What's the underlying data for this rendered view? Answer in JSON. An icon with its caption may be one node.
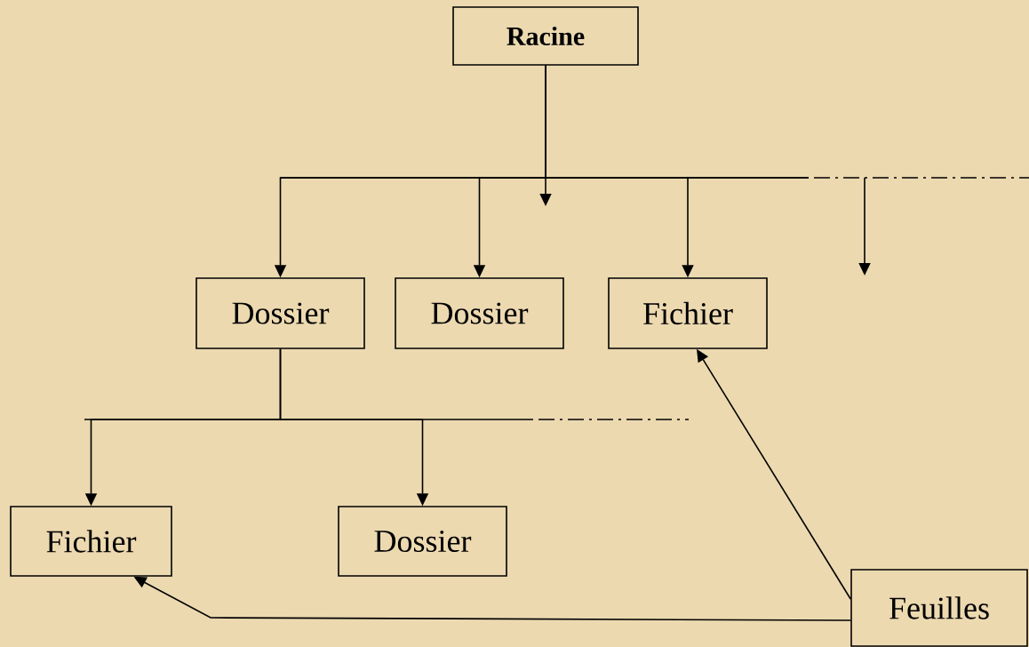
{
  "diagram": {
    "nodes": [
      {
        "text": [
          "Racine"
        ]
      },
      {
        "text": [
          "Dossier"
        ]
      },
      {
        "text": [
          "Dossier"
        ]
      },
      {
        "text": [
          "Fichier"
        ]
      },
      {
        "text": [
          "Fichier"
        ]
      },
      {
        "text": [
          "Dossier"
        ]
      },
      {
        "text": [
          "Feuilles"
        ]
      }
    ],
    "edges": [
      {
        "from": 0,
        "to": 1,
        "arrow": "to"
      },
      {
        "from": 0,
        "to": 2,
        "arrow": "to"
      },
      {
        "from": 0,
        "to": 3,
        "arrow": "to"
      },
      {
        "from": 0,
        "to": null,
        "arrow": "to"
      },
      {
        "from": 0,
        "to": null,
        "arrow": "to"
      },
      {
        "from": 1,
        "to": 4,
        "arrow": "to"
      },
      {
        "from": 1,
        "to": 5,
        "arrow": "to"
      },
      {
        "from": 6,
        "to": 3,
        "arrow": "to"
      },
      {
        "from": 6,
        "to": 4,
        "arrow": "to"
      }
    ]
  }
}
